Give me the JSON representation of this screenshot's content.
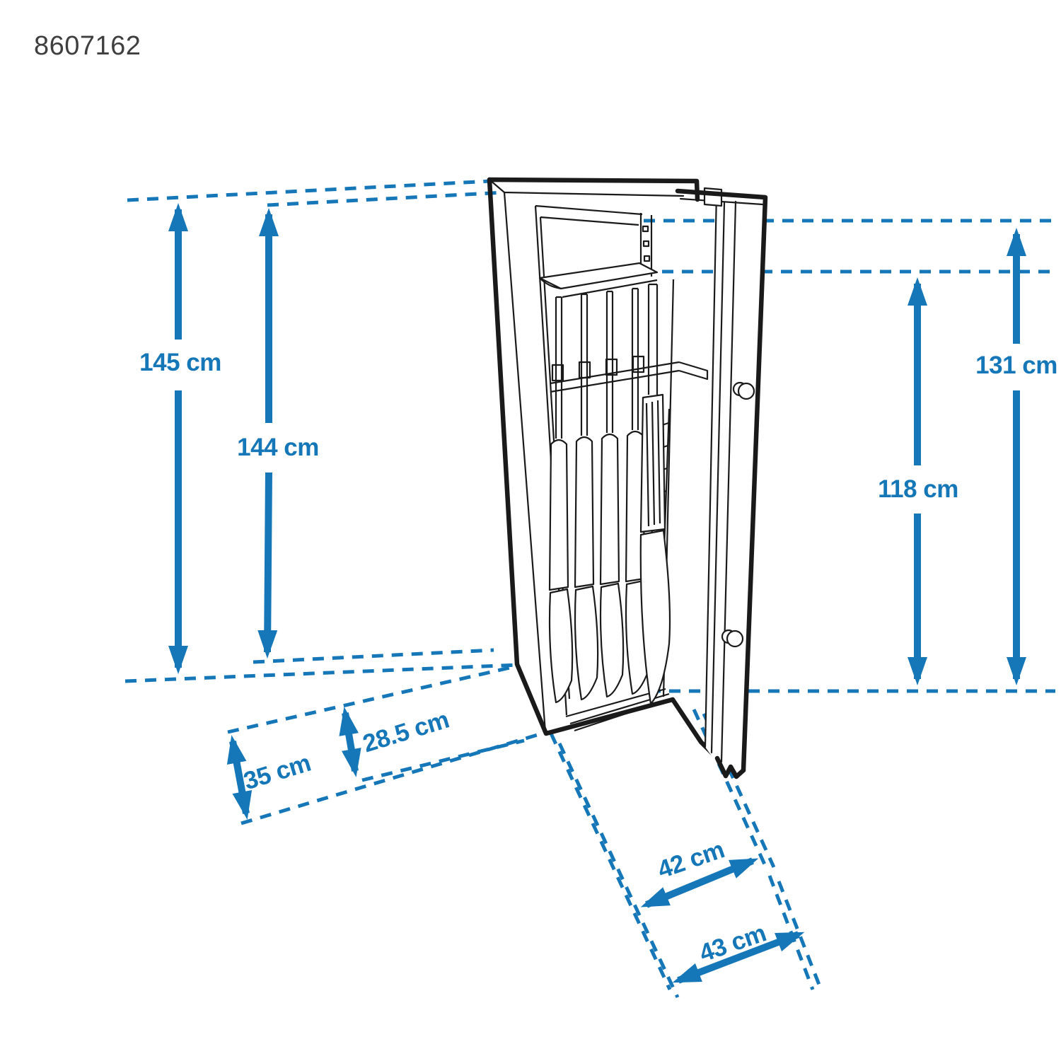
{
  "product_code": "8607162",
  "colors": {
    "dimension_blue": "#1577b8",
    "drawing_black": "#1a1a1a",
    "code_gray": "#3f3f3f",
    "background": "#ffffff"
  },
  "diagram": {
    "subject": "gun safe cabinet with open door, five rifles inside, interior shelf",
    "labels": {
      "d145": "145 cm",
      "d144": "144 cm",
      "d131": "131 cm",
      "d118": "118 cm",
      "d35": "35 cm",
      "d285": "28.5 cm",
      "d42": "42 cm",
      "d43": "43 cm"
    }
  }
}
